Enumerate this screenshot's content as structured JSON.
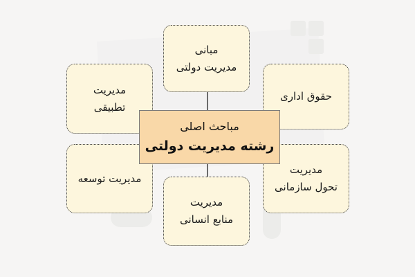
{
  "diagram": {
    "center": {
      "line1": "مباحث اصلی",
      "line2": "رشته مدیریت دولتی"
    },
    "nodes": {
      "top": {
        "line1": "مبانی",
        "line2": "مدیریت دولتی"
      },
      "top_left": {
        "line1": "مدیریت",
        "line2": "تطبیقی"
      },
      "top_right": {
        "line1": "حقوق اداری"
      },
      "bottom_left": {
        "line1": "مدیریت توسعه"
      },
      "bottom": {
        "line1": "مدیریت",
        "line2": "منابع انسانی"
      },
      "bottom_right": {
        "line1": "مدیریت",
        "line2": "تحول سازمانی"
      }
    }
  },
  "colors": {
    "background": "#f6f5f4",
    "node_fill": "#fdf6dd",
    "center_fill": "#f9d8a8",
    "connector": "#6b6b6b",
    "watermark": "#e6e6e6"
  }
}
